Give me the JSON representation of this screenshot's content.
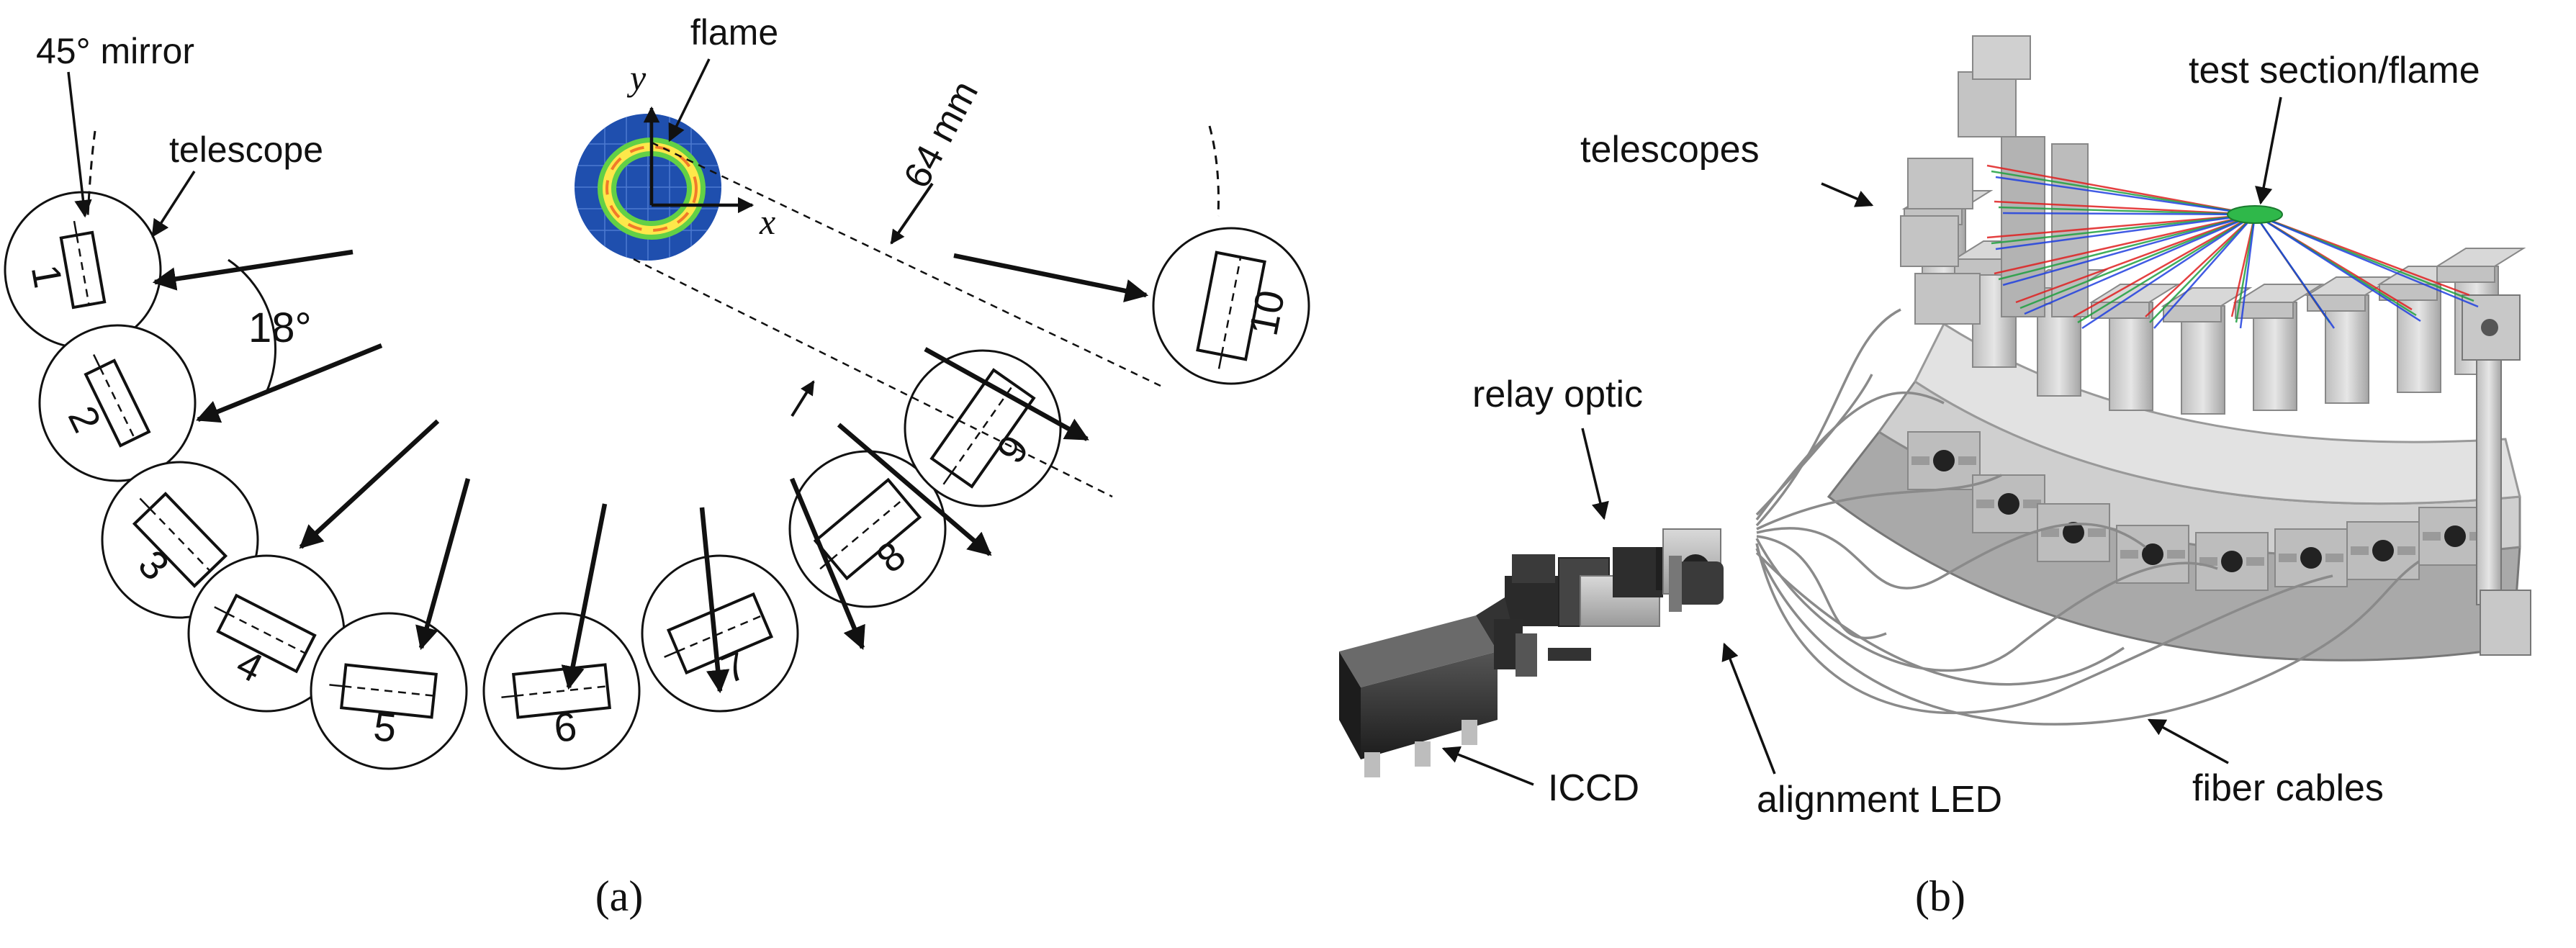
{
  "panel_a": {
    "mirror_label": "45° mirror",
    "telescope_label": "telescope",
    "flame_label": "flame",
    "axis_y": "y",
    "axis_x": "x",
    "distance_label": "64 mm",
    "angle_label": "18°",
    "telescope_numbers": [
      "1",
      "2",
      "3",
      "4",
      "5",
      "6",
      "7",
      "8",
      "9",
      "10"
    ],
    "caption": "(a)"
  },
  "panel_b": {
    "telescopes_label": "telescopes",
    "test_section_label": "test section/flame",
    "relay_optic_label": "relay optic",
    "iccd_label": "ICCD",
    "alignment_led_label": "alignment LED",
    "fiber_cables_label": "fiber cables",
    "caption": "(b)"
  },
  "colors": {
    "line": "#111111",
    "flame_background": "#1f4fae",
    "flame_ring_outer": "#5fd14a",
    "flame_ring_inner": "#ffe84a",
    "flame_ring_core": "#f07a2a",
    "hardware_gray": "#b9b9b9",
    "ray_red": "#e02020",
    "ray_green": "#20a040",
    "ray_blue": "#2040e0"
  }
}
